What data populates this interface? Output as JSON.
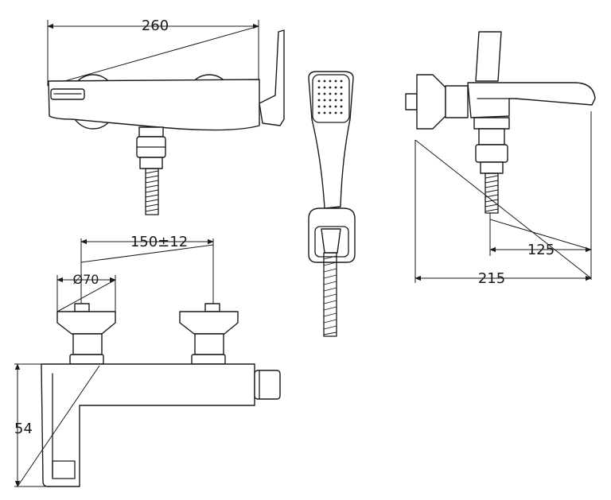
{
  "dimensions": {
    "overall_length": "260",
    "center_spacing": "150±12",
    "handle_diameter": "Ø70",
    "side_depth": "215",
    "spout_projection": "125",
    "body_height": "54"
  },
  "colors": {
    "line": "#1a1a1a",
    "background": "#ffffff"
  }
}
